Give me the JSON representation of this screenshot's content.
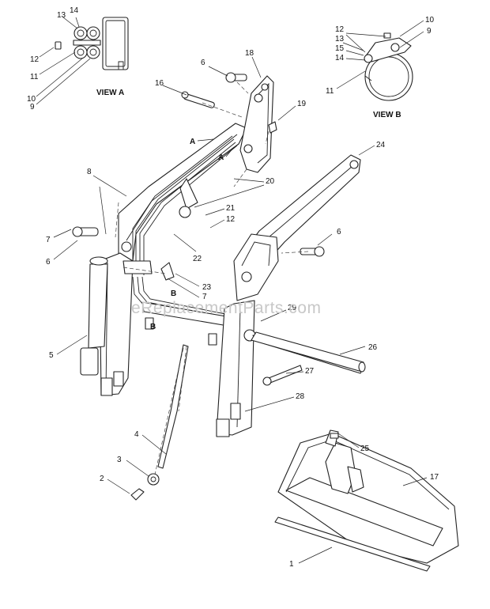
{
  "watermark": "eReplacementParts.com",
  "views": {
    "view_a": "VIEW A",
    "view_b": "VIEW B"
  },
  "view_a_callouts": [
    "14",
    "13",
    "12",
    "11",
    "10",
    "9"
  ],
  "view_b_callouts": [
    "12",
    "13",
    "15",
    "14",
    "10",
    "9",
    "11"
  ],
  "main_callouts": [
    "18",
    "6",
    "16",
    "19",
    "A",
    "A",
    "24",
    "8",
    "20",
    "21",
    "12",
    "7",
    "6",
    "6",
    "22",
    "23",
    "B",
    "7",
    "B",
    "29",
    "5",
    "26",
    "27",
    "28",
    "4",
    "3",
    "2",
    "25",
    "17",
    "1"
  ]
}
